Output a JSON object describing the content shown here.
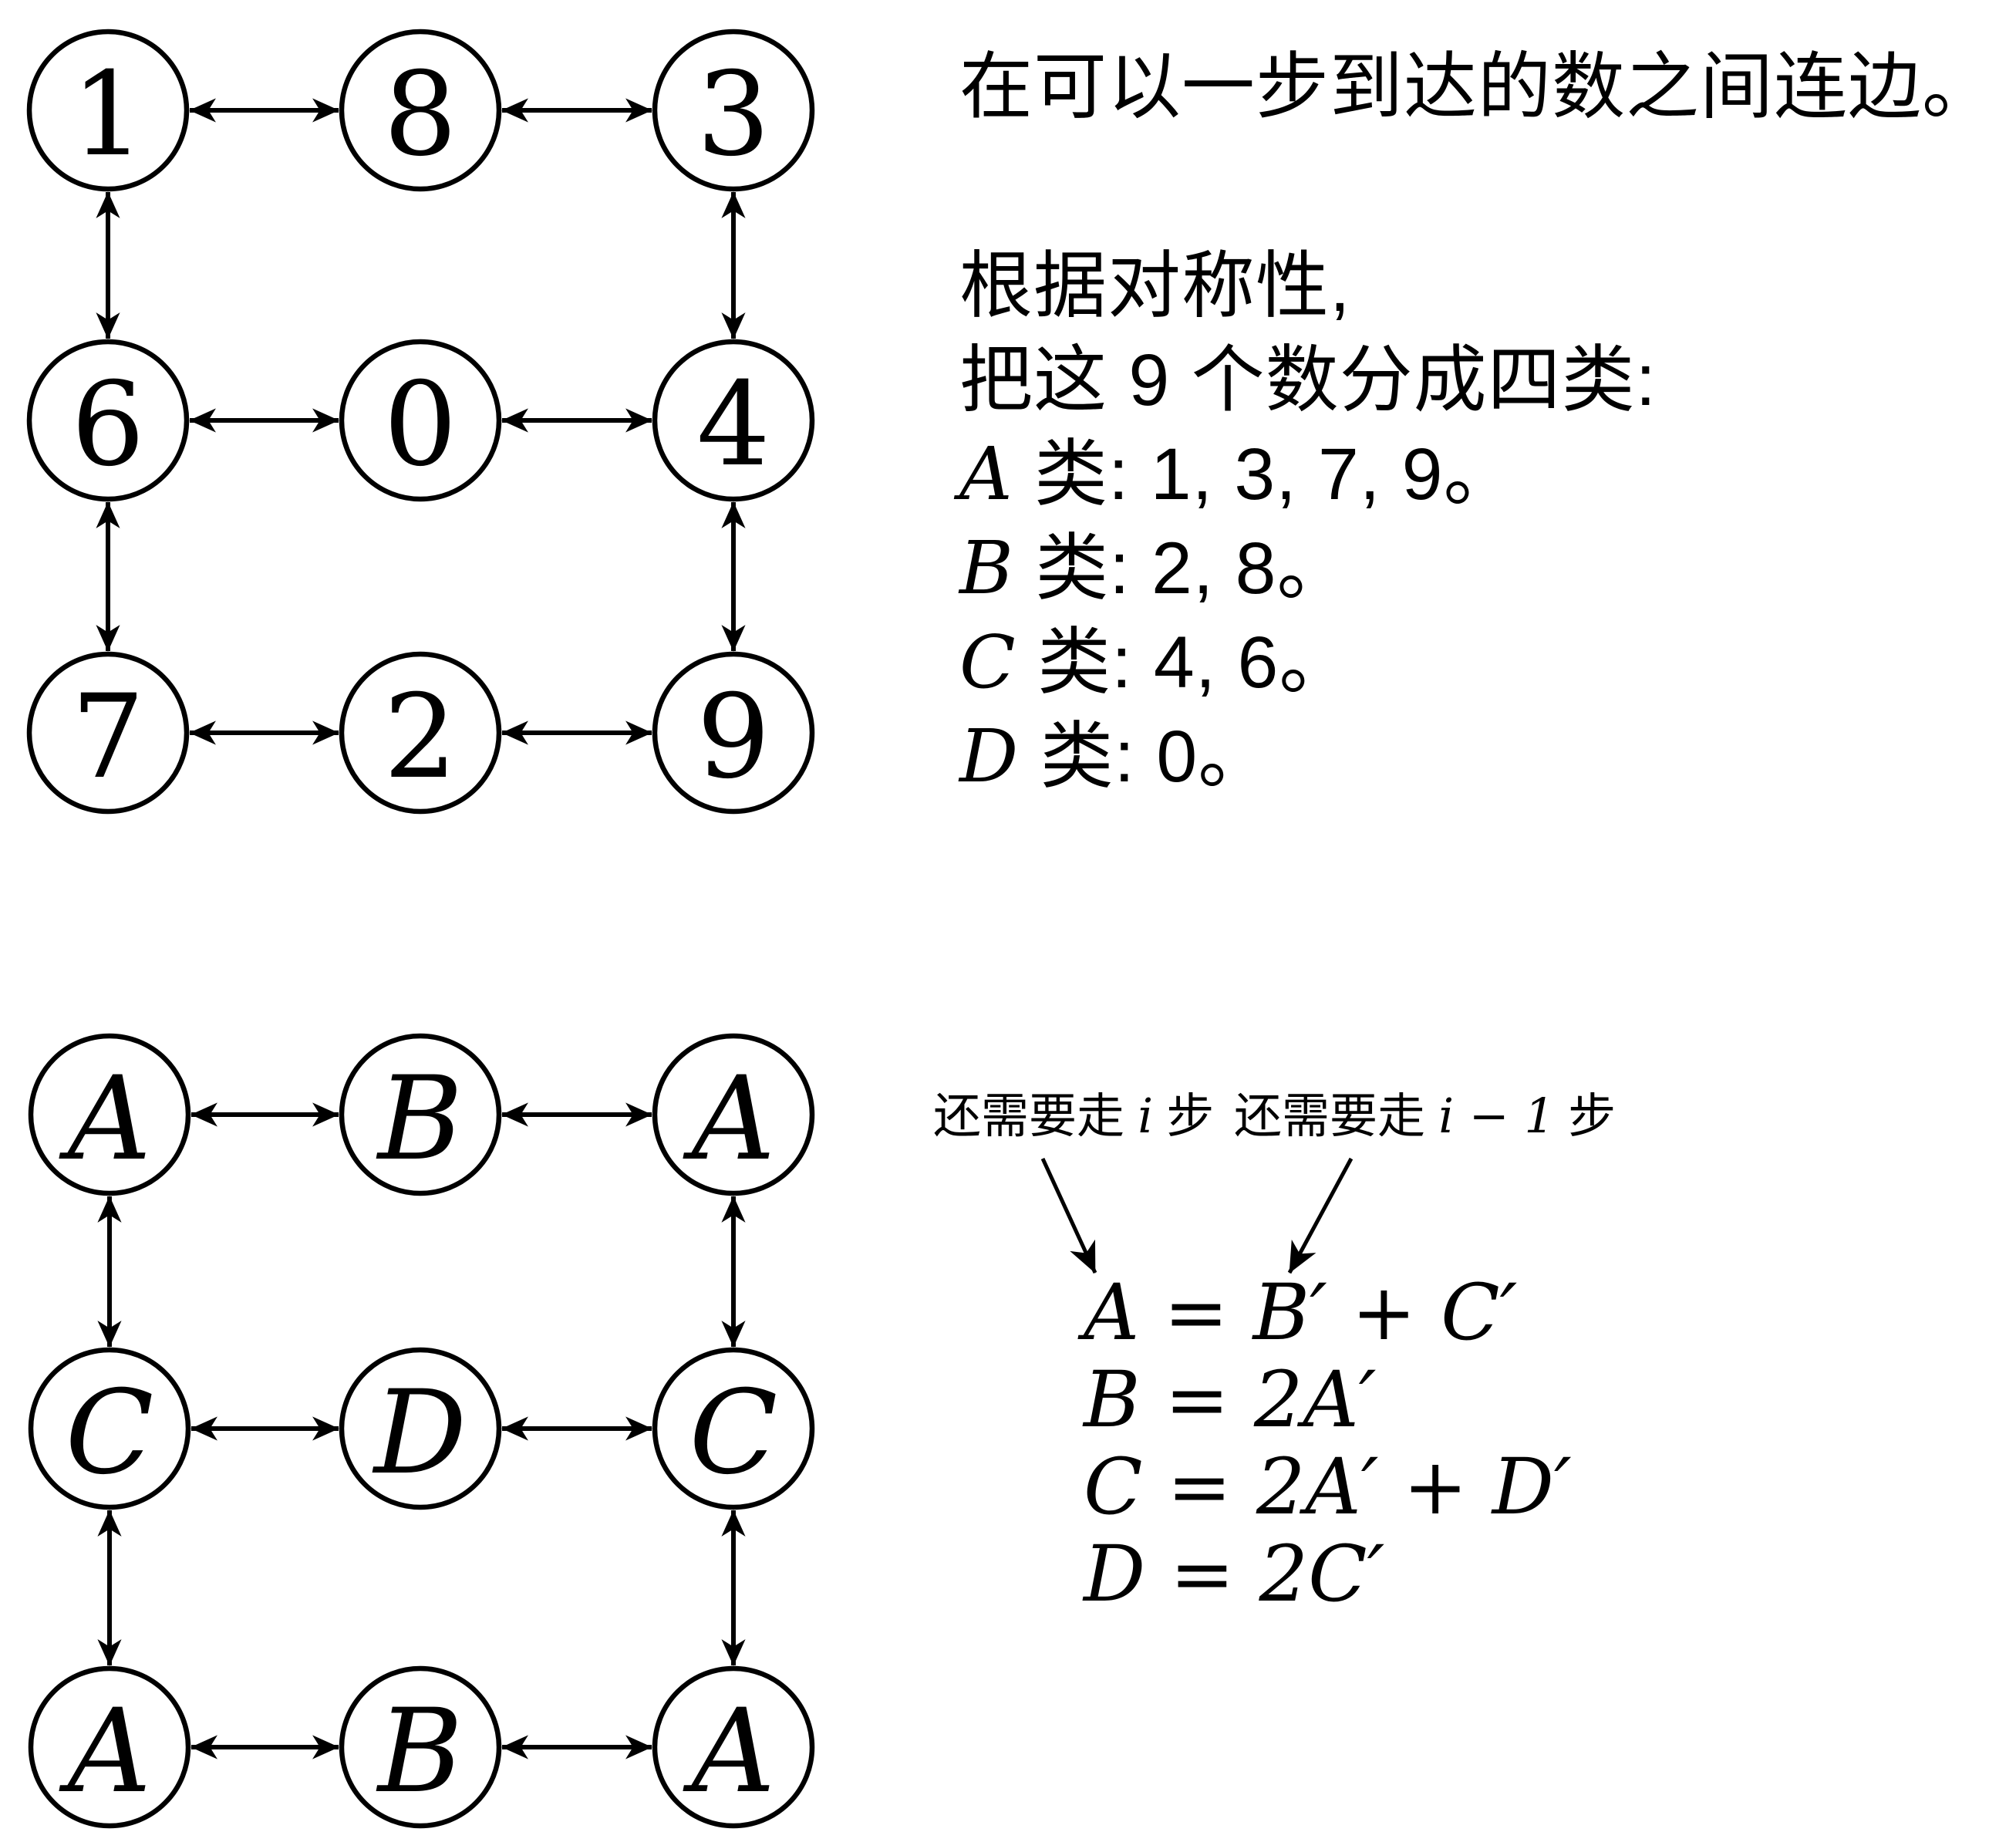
{
  "page": {
    "background": "#ffffff",
    "ink": "#000000"
  },
  "graph_top": {
    "labels": [
      [
        "1",
        "8",
        "3"
      ],
      [
        "6",
        "0",
        "4"
      ],
      [
        "7",
        "2",
        "9"
      ]
    ],
    "edges": [
      [
        0,
        0,
        0,
        1
      ],
      [
        0,
        1,
        0,
        2
      ],
      [
        1,
        0,
        1,
        1
      ],
      [
        1,
        1,
        1,
        2
      ],
      [
        2,
        0,
        2,
        1
      ],
      [
        2,
        1,
        2,
        2
      ],
      [
        0,
        0,
        1,
        0
      ],
      [
        1,
        0,
        2,
        0
      ],
      [
        0,
        2,
        1,
        2
      ],
      [
        1,
        2,
        2,
        2
      ]
    ]
  },
  "graph_bottom": {
    "labels": [
      [
        "A",
        "B",
        "A"
      ],
      [
        "C",
        "D",
        "C"
      ],
      [
        "A",
        "B",
        "A"
      ]
    ],
    "edges": [
      [
        0,
        0,
        0,
        1
      ],
      [
        0,
        1,
        0,
        2
      ],
      [
        1,
        0,
        1,
        1
      ],
      [
        1,
        1,
        1,
        2
      ],
      [
        2,
        0,
        2,
        1
      ],
      [
        2,
        1,
        2,
        2
      ],
      [
        0,
        0,
        1,
        0
      ],
      [
        1,
        0,
        2,
        0
      ],
      [
        0,
        2,
        1,
        2
      ],
      [
        1,
        2,
        2,
        2
      ]
    ]
  },
  "right_text": {
    "line1": "在可以一步到达的数之间连边。",
    "line2": "根据对称性,",
    "line3": "把这 9 个数分成四类:",
    "class_lines": [
      {
        "latin": "A",
        "rest": " 类: 1, 3, 7, 9。"
      },
      {
        "latin": "B",
        "rest": " 类: 2, 8。"
      },
      {
        "latin": "C",
        "rest": " 类: 4, 6。"
      },
      {
        "latin": "D",
        "rest": " 类: 0。"
      }
    ]
  },
  "annotations": {
    "label_left": {
      "pre": "还需要走 ",
      "var": "i",
      "post": " 步"
    },
    "label_right": {
      "pre": "还需要走 ",
      "var": "i − 1",
      "post": " 步"
    }
  },
  "equations": [
    "A = B′ + C′",
    "B = 2A′",
    "C = 2A′ + D′",
    "D = 2C′"
  ]
}
